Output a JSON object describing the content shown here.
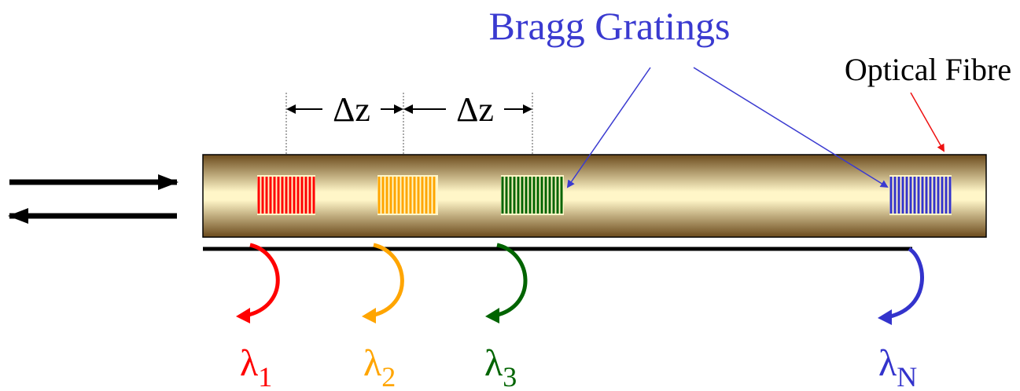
{
  "labels": {
    "title": "Bragg Gratings",
    "fibre": "Optical Fibre",
    "spacing_1": "Δz",
    "spacing_2": "Δz"
  },
  "wavelengths": [
    {
      "symbol": "λ",
      "subscript": "1"
    },
    {
      "symbol": "λ",
      "subscript": "2"
    },
    {
      "symbol": "λ",
      "subscript": "3"
    },
    {
      "symbol": "λ",
      "subscript": "N"
    }
  ],
  "colors": {
    "title": "#3a3ad0",
    "fibre_pointer": "#ee1111",
    "grating_1": "#ff0000",
    "grating_2": "#ffa500",
    "grating_3": "#006400",
    "grating_n": "#3333cc",
    "fibre_light": "#fff6c8",
    "fibre_dark": "#6b4a1c"
  }
}
